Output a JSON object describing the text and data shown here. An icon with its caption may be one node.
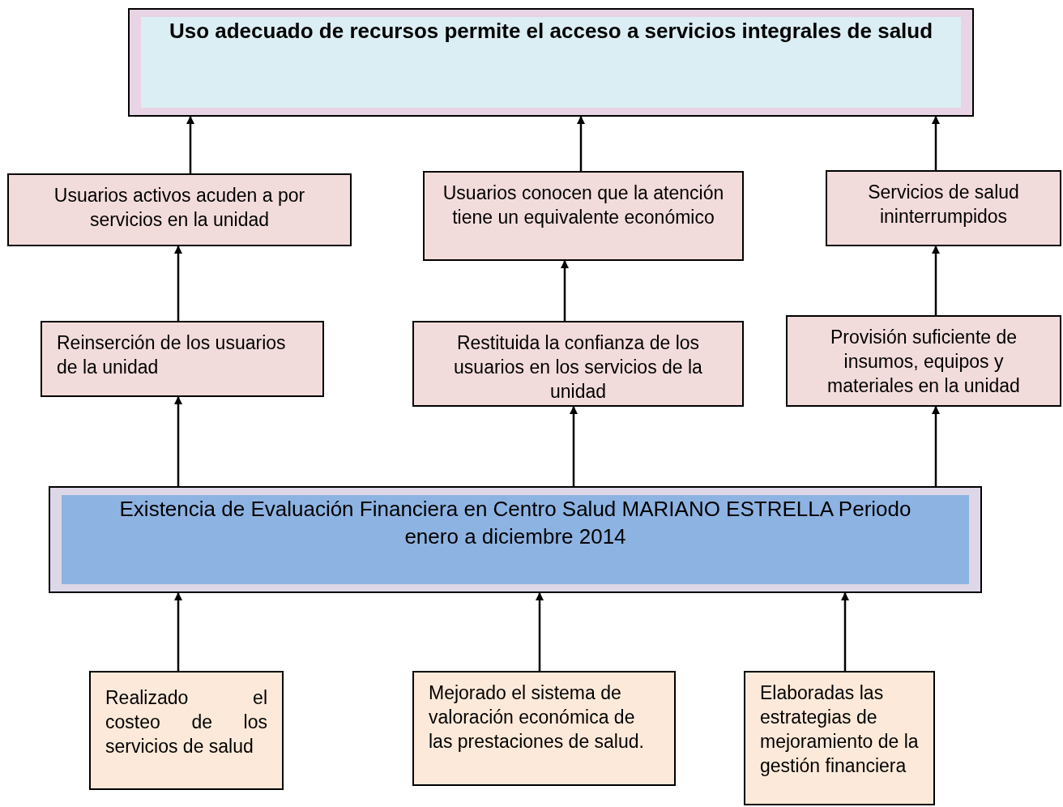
{
  "diagram": {
    "nodes": [
      {
        "text": [
          "Uso adecuado de recursos permite el acceso a servicios integrales de salud"
        ]
      },
      {
        "text": [
          "Usuarios activos acuden a por servicios en la unidad"
        ]
      },
      {
        "text": [
          "Usuarios conocen que la atención tiene un equivalente económico"
        ]
      },
      {
        "text": [
          "Servicios de salud ininterrumpidos"
        ]
      },
      {
        "text": [
          "Reinserción de los usuarios de la unidad"
        ]
      },
      {
        "text": [
          "Restituida la confianza de los usuarios en los servicios de la unidad"
        ]
      },
      {
        "text": [
          "Provisión suficiente de insumos, equipos y materiales en la unidad"
        ]
      },
      {
        "text": [
          "Existencia de Evaluación Financiera en Centro Salud MARIANO ESTRELLA Periodo enero a diciembre 2014"
        ]
      },
      {
        "text": [
          "Realizado el costeo de los servicios de salud"
        ]
      },
      {
        "text": [
          "Mejorado el sistema de valoración económica de las prestaciones de salud."
        ]
      },
      {
        "text": [
          "Elaboradas las estrategias de mejoramiento de la gestión financiera"
        ]
      }
    ],
    "edges": [
      {
        "from": 1,
        "to": 0,
        "arrow": "to"
      },
      {
        "from": 2,
        "to": 0,
        "arrow": "to"
      },
      {
        "from": 3,
        "to": 0,
        "arrow": "to"
      },
      {
        "from": 4,
        "to": 1,
        "arrow": "to"
      },
      {
        "from": 5,
        "to": 2,
        "arrow": "to"
      },
      {
        "from": 6,
        "to": 3,
        "arrow": "to"
      },
      {
        "from": 7,
        "to": 4,
        "arrow": "to"
      },
      {
        "from": 7,
        "to": 5,
        "arrow": "to"
      },
      {
        "from": 7,
        "to": 6,
        "arrow": "to"
      },
      {
        "from": 8,
        "to": 7,
        "arrow": "to"
      },
      {
        "from": 9,
        "to": 7,
        "arrow": "to"
      },
      {
        "from": 10,
        "to": 7,
        "arrow": "to"
      }
    ]
  }
}
